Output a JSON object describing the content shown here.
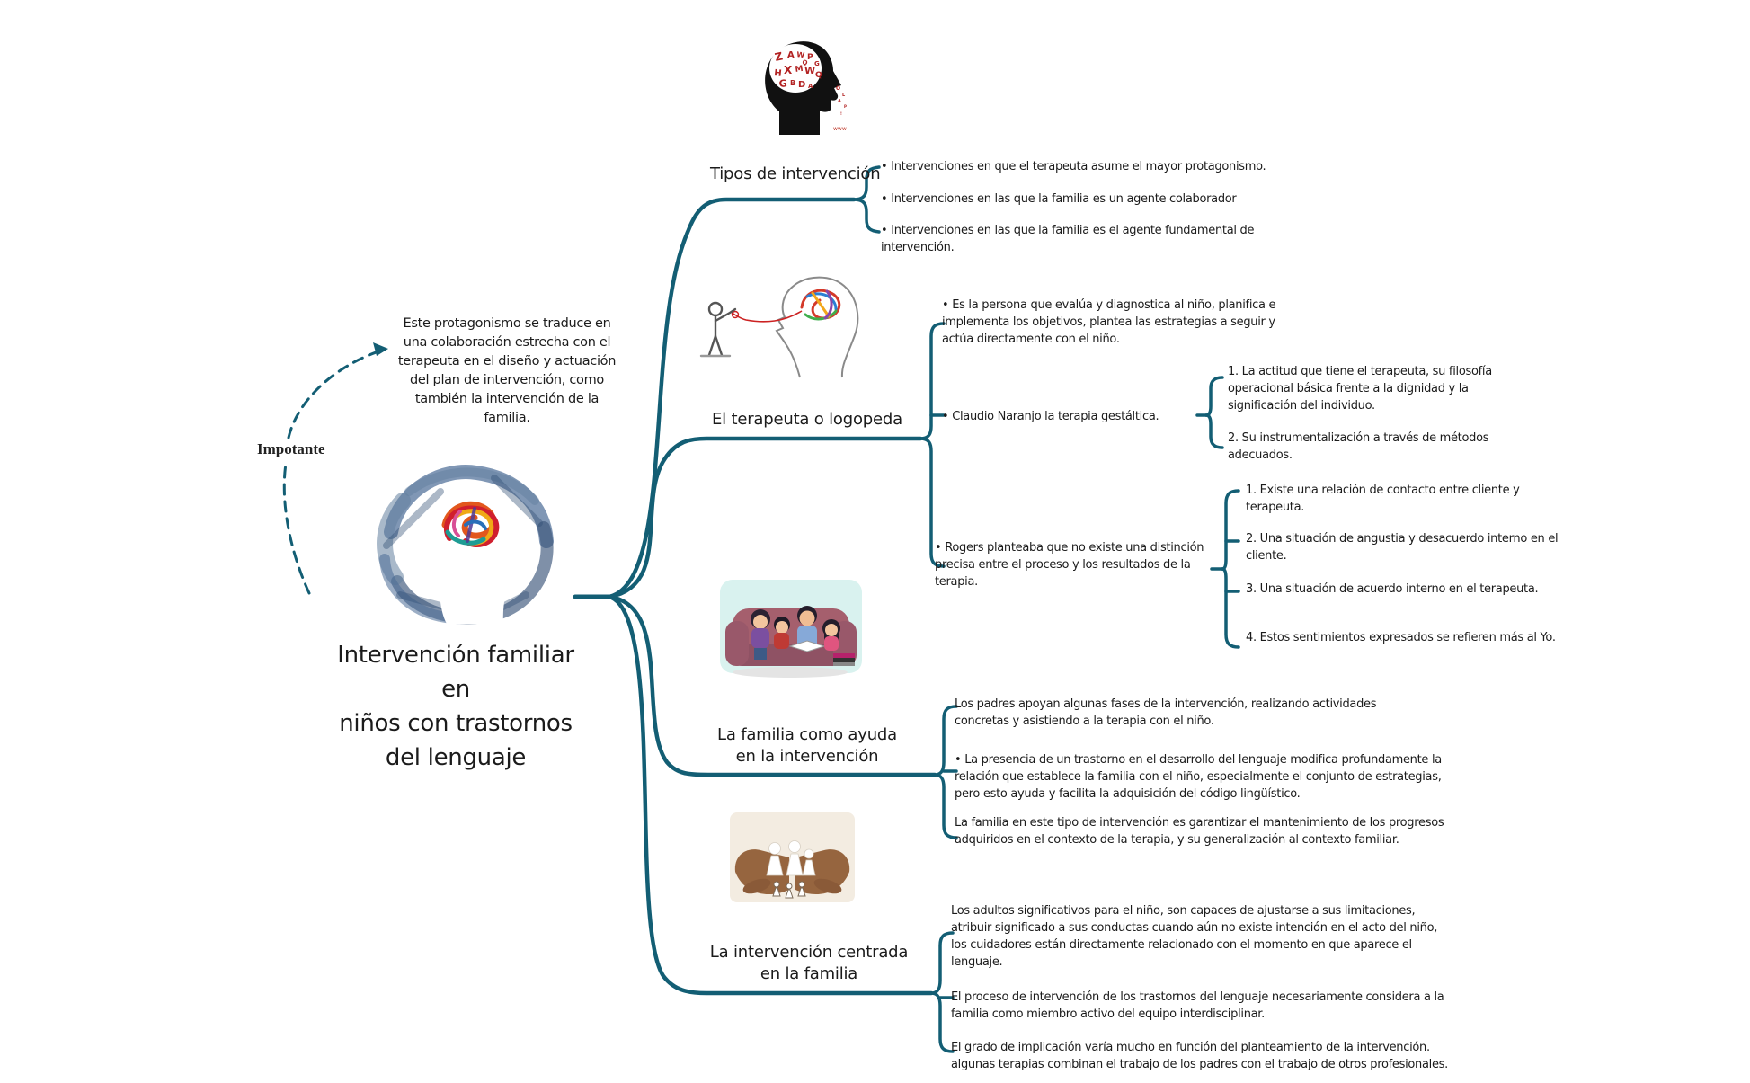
{
  "app": {
    "accent_color": "#135e74",
    "text_color": "#1b1b1b",
    "background_color": "#ffffff"
  },
  "center": {
    "title_lines": [
      "Intervención familiar en",
      "niños con trastornos",
      "del lenguaje"
    ],
    "importante_label": "Impotante",
    "note": "Este protagonismo se traduce en una colaboración estrecha con el terapeuta en el diseño y actuación del plan de intervención, como también la intervención de la familia."
  },
  "images": {
    "top": "head-silhouette-with-letters-illustration",
    "therapist": "therapist-talking-to-tangled-mind-illustration",
    "family_couch": "family-on-couch-illustration",
    "hands_family": "hands-holding-paper-family-illustration",
    "center_head": "blue-scribble-head-colorful-brain-illustration"
  },
  "branches": [
    {
      "label": "Tipos de intervención",
      "bullets": [
        "• Intervenciones en que el terapeuta asume el mayor protagonismo.",
        "• Intervenciones en las que la familia es un agente colaborador",
        "• Intervenciones en las que la familia es el agente fundamental de intervención."
      ]
    },
    {
      "label": "El terapeuta o logopeda",
      "bullets": [
        "• Es la persona que evalúa y diagnostica al niño, planifica e implementa los objetivos, plantea las estrategias a seguir y actúa directamente con el niño.",
        "• Claudio Naranjo la terapia gestáltica.",
        "• Rogers planteaba que no existe una distinción precisa entre el proceso y los resultados de la terapia."
      ],
      "claudio_subs": [
        "1. La actitud que tiene el terapeuta, su filosofía operacional básica frente a la dignidad y la significación del individuo.",
        "2. Su instrumentalización a través de métodos adecuados."
      ],
      "rogers_subs": [
        "1. Existe una relación de contacto entre cliente y terapeuta.",
        "2. Una situación de angustia y desacuerdo interno en el cliente.",
        "3. Una situación de acuerdo interno en el terapeuta.",
        "4. Estos sentimientos expresados se refieren más al Yo."
      ]
    },
    {
      "label": "La familia como ayuda en la intervención",
      "bullets": [
        "Los padres apoyan algunas fases de la intervención, realizando actividades concretas y asistiendo a la terapia con el niño.",
        "• La presencia de un trastorno en el desarrollo del lenguaje modifica profundamente la relación que establece la familia con el niño, especialmente el conjunto de estrategias, pero esto ayuda y facilita la adquisición del código lingüístico.",
        "La familia en este tipo de intervención es garantizar el mantenimiento de los progresos adquiridos en el contexto de la terapia, y su generalización al contexto familiar."
      ]
    },
    {
      "label": "La intervención centrada en la familia",
      "bullets": [
        "Los adultos significativos para el niño, son capaces de ajustarse a sus limitaciones, atribuir significado a sus conductas cuando aún no existe intención en el acto del niño, los cuidadores están directamente relacionado con el momento en que aparece el lenguaje.",
        "El proceso de intervención de los trastornos del lenguaje necesariamente considera a la familia como miembro activo del equipo interdisciplinar.",
        "El grado de implicación varía mucho en función del planteamiento de la intervención. algunas terapias combinan el trabajo de los padres con el trabajo de otros profesionales."
      ]
    }
  ]
}
